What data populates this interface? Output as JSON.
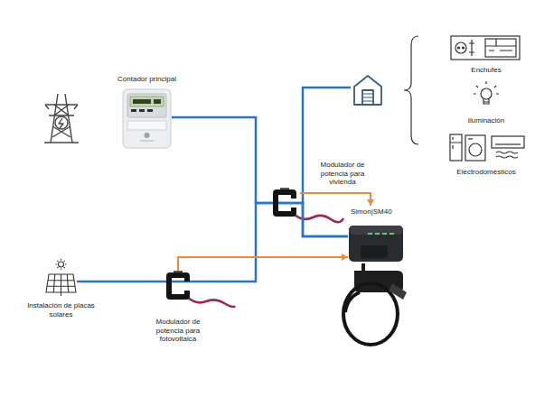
{
  "diagram": {
    "nodes": [
      {
        "text": [
          "Contador principal"
        ]
      },
      {
        "text": [
          "Modulador de potencia para vivienda"
        ]
      },
      {
        "text": [
          "Simon|SM40"
        ]
      },
      {
        "text": [
          "Instalación de placas solares"
        ]
      },
      {
        "text": [
          "Modulador de potencia para fotovoltaica"
        ]
      }
    ],
    "edges": [
      {
        "from": 0,
        "to": 2,
        "arrow": "none"
      },
      {
        "from": 3,
        "to": 2,
        "arrow": "none"
      },
      {
        "from": 1,
        "to": 2,
        "arrow": "to"
      },
      {
        "from": 4,
        "to": 2,
        "arrow": "to"
      }
    ],
    "labels": [
      "Enchufes",
      "Iluminación",
      "Electrodomésticos"
    ]
  }
}
